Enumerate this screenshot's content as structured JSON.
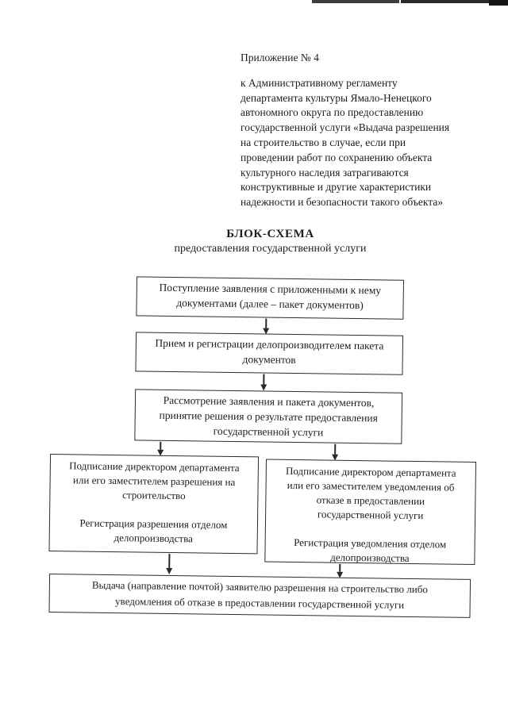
{
  "colors": {
    "paper": "#ffffff",
    "ink": "#1c1c1c",
    "line": "#2b2b2b",
    "scan_artifact": "#2a2a2a"
  },
  "header": {
    "appendix": "Приложение № 4",
    "regulation": "к Административному регламенту\nдепартамента культуры Ямало-Ненецкого\nавтономного округа по предоставлению\nгосударственной услуги «Выдача разрешения\nна строительство в случае, если при\nпроведении работ по сохранению объекта\nкультурного наследия затрагиваются\nконструктивные и другие характеристики\nнадежности и безопасности такого объекта»"
  },
  "title": {
    "main": "БЛОК-СХЕМА",
    "subtitle": "предоставления государственной услуги"
  },
  "flowchart": {
    "box_receive": "Поступление заявления с приложенными к нему\nдокументами (далее – пакет документов)",
    "box_register": "Прием и регистрации делопроизводителем пакета\nдокументов",
    "box_review": "Рассмотрение заявления и пакета документов,\nпринятие решения о результате предоставления\nгосударственной услуги",
    "box_sign_permit": "Подписание директором департамента\nили его заместителем разрешения на\nстроительство\n\nРегистрация разрешения отделом\nделопроизводства",
    "box_sign_refusal": "Подписание директором департамента\nили его заместителем уведомления об\nотказе в предоставлении\nгосударственной услуги\n\nРегистрация уведомления отделом\nделопроизводства",
    "box_issue": "Выдача (направление почтой) заявителю разрешения на строительство либо\nуведомления об отказе в предоставлении государственной услуги"
  }
}
